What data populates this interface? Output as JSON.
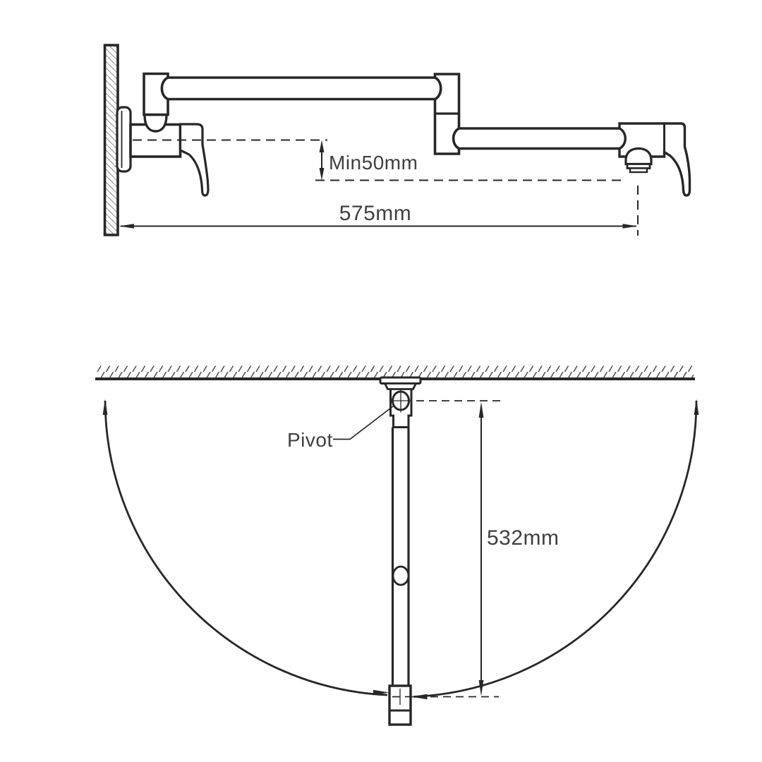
{
  "side_view": {
    "min_clearance_label": "Min50mm",
    "reach_label": "575mm"
  },
  "plan_view": {
    "pivot_label": "Pivot",
    "swing_label": "532mm"
  },
  "colors": {
    "line": "#272727",
    "text": "#3f3f3f",
    "wall_hatch": "#999999",
    "ceiling_hatch": "#4d4d4d",
    "background": "#ffffff"
  }
}
